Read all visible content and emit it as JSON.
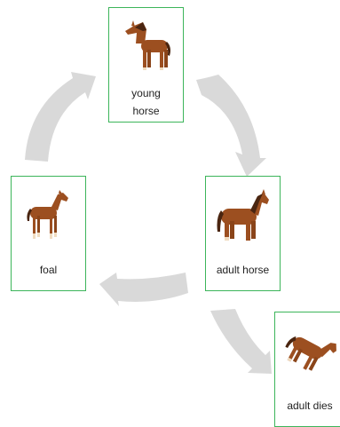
{
  "stages": {
    "young_horse": {
      "label_line1": "young",
      "label_line2": "horse",
      "icon": "young-horse-icon"
    },
    "foal": {
      "label": "foal",
      "icon": "foal-icon"
    },
    "adult_horse": {
      "label": "adult horse",
      "icon": "adult-horse-icon"
    },
    "adult_dies": {
      "label": "adult dies",
      "icon": "dying-horse-icon"
    }
  },
  "colors": {
    "card_border": "#3cb55a",
    "arrow": "#d9d9d9",
    "horse_coat": "#9c4f20",
    "horse_mane": "#4a2510",
    "horse_socks": "#f0dcc0"
  }
}
